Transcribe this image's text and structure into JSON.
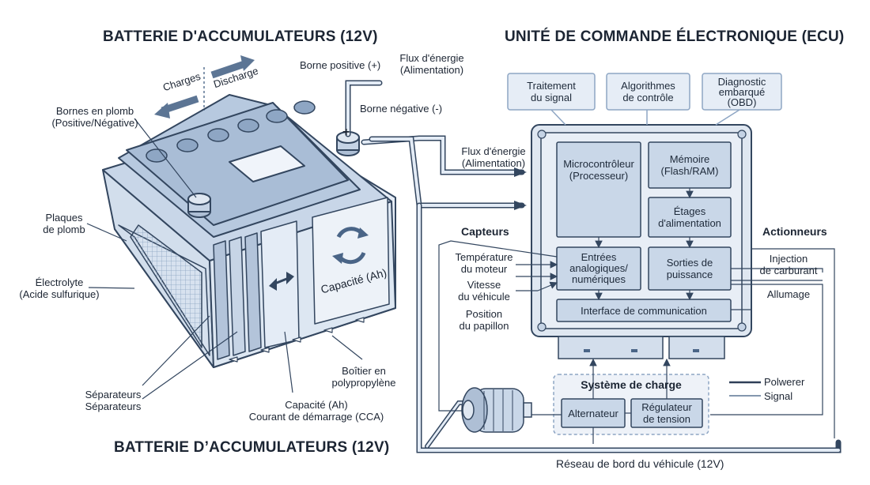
{
  "battery": {
    "title_top": "BATTERIE D'ACCUMULATEURS (12V)",
    "title_bottom": "BATTERIE D’ACCUMULATEURS (12V)",
    "charges": "Charges",
    "discharge": "Discharge",
    "lead_terminals": "Bornes en plomb\n(Positive/Négative)",
    "plates": "Plaques\nde plomb",
    "electrolyte": "Électrolyte\n(Acide sulfurique)",
    "separators": "Séparateurs\nSéparateurs",
    "capacity_inner": "Capacité (Ah)",
    "capacity_bottom": "Capacité (Ah)\nCourant de démarrage (CCA)",
    "case": "Boîtier en\npolypropylène",
    "positive_terminal": "Borne positive (+)",
    "negative_terminal": "Borne négative (-)",
    "plus_sign": "+"
  },
  "flows": {
    "energy_flow_1": "Flux d'énergie\n(Alimentation)",
    "energy_flow_2": "Flux d'énergie\n(Alimentation)"
  },
  "ecu": {
    "title": "UNITÉ DE COMMANDE ÉLECTRONIQUE (ECU)",
    "top_boxes": [
      "Traitement\ndu signal",
      "Algorithmes\nde contrôle",
      "Diagnostic\nembarqué\n(OBD)"
    ],
    "microcontroller": "Microcontrôleur\n(Processeur)",
    "memory": "Mémoire\n(Flash/RAM)",
    "power_stages": "Étages\nd'alimentation",
    "inputs": "Entrées\nanalogiques/\nnumériques",
    "outputs": "Sorties de\npuissance",
    "comm": "Interface de communication"
  },
  "sensors": {
    "title": "Capteurs",
    "items": [
      "Température\ndu moteur",
      "Vitesse\ndu véhicule",
      "Position\ndu papillon"
    ]
  },
  "actuators": {
    "title": "Actionneurs",
    "items": [
      "Injection\nde carburant",
      "Allumage"
    ]
  },
  "charging": {
    "title": "Système de charge",
    "alternator": "Alternateur",
    "regulator": "Régulateur\nde tension"
  },
  "legend": {
    "power": "Polwerer",
    "signal": "Signal"
  },
  "network": "Réseau de bord du véhicule (12V)",
  "colors": {
    "line": "#2f4a6e",
    "fill_light": "#e3ebf5",
    "fill_mid": "#c9d7e8",
    "outline": "#33465f"
  }
}
